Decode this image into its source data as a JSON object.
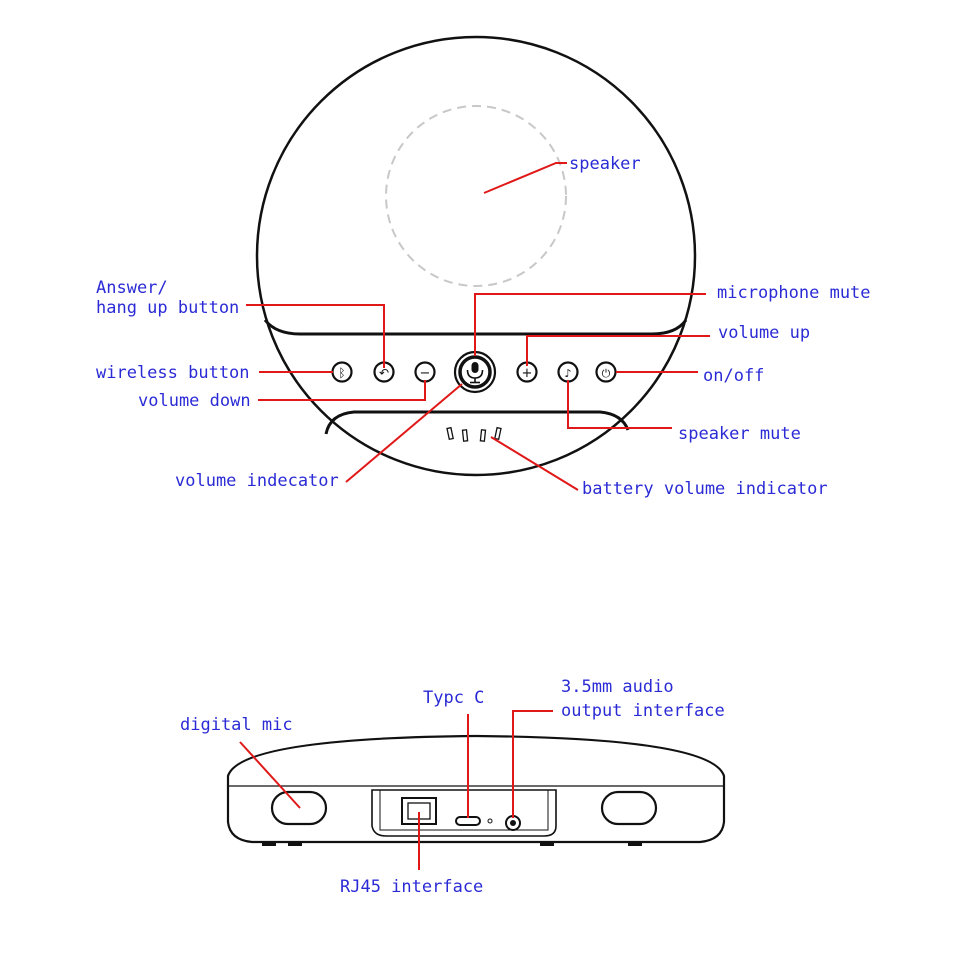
{
  "colors": {
    "label": "#2b2bd6",
    "leader": "#e01818",
    "outline": "#111111",
    "speaker_ring": "#c8c8c8"
  },
  "top_view": {
    "labels": {
      "speaker": "speaker",
      "answer_line1": "Answer/",
      "answer_line2": "hang up button",
      "microphone_mute": "microphone mute",
      "volume_up": "volume up",
      "wireless_button": "wireless button",
      "on_off": "on/off",
      "volume_down": "volume down",
      "speaker_mute": "speaker mute",
      "volume_indicator": "volume indecator",
      "battery_indicator": "battery volume indicator"
    },
    "buttons": [
      {
        "name": "wireless-button",
        "icon": "bluetooth-icon",
        "glyph": "ᛒ"
      },
      {
        "name": "answer-hangup-button",
        "icon": "phone-icon",
        "glyph": "↶"
      },
      {
        "name": "volume-down-button",
        "icon": "minus-icon",
        "glyph": "−"
      },
      {
        "name": "microphone-mute-button",
        "icon": "microphone-icon",
        "glyph": ""
      },
      {
        "name": "volume-up-button",
        "icon": "plus-icon",
        "glyph": "+"
      },
      {
        "name": "speaker-mute-button",
        "icon": "speaker-mute-icon",
        "glyph": "♪"
      },
      {
        "name": "power-button",
        "icon": "power-icon",
        "glyph": "⏻"
      }
    ]
  },
  "side_view": {
    "labels": {
      "digital_mic": "digital mic",
      "type_c": "Typc C",
      "audio_line1": "3.5mm audio",
      "audio_line2": "output interface",
      "rj45": "RJ45 interface"
    }
  }
}
